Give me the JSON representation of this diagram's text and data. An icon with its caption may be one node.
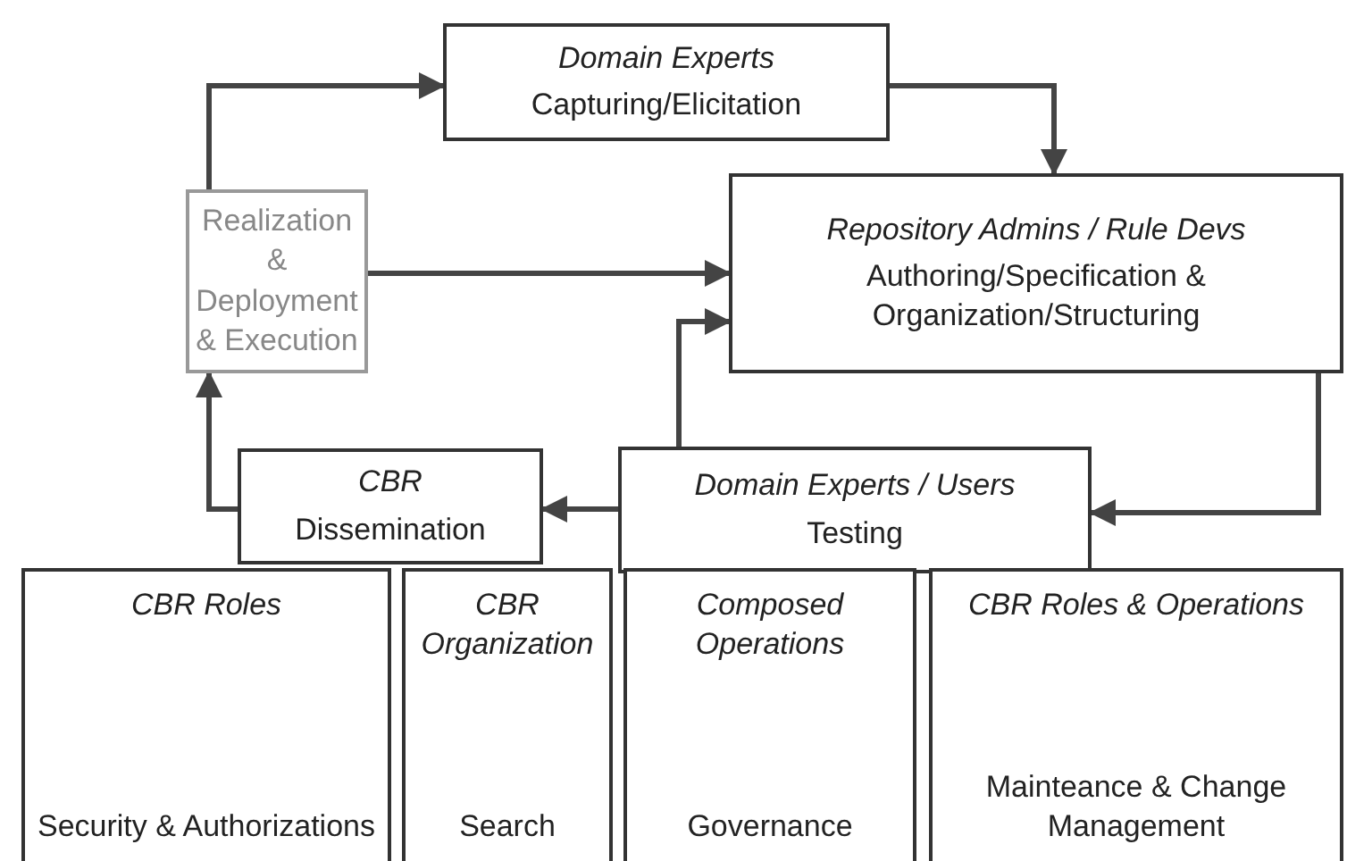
{
  "diagram": {
    "nodes": [
      {
        "text": [
          "Domain Experts",
          "Capturing/Elicitation"
        ]
      },
      {
        "text": [
          "Realization & Deployment & Execution"
        ]
      },
      {
        "text": [
          "Repository Admins / Rule Devs",
          "Authoring/Specification & Organization/Structuring"
        ]
      },
      {
        "text": [
          "Domain Experts / Users",
          "Testing"
        ]
      },
      {
        "text": [
          "CBR",
          "Dissemination"
        ]
      },
      {
        "text": [
          "CBR Roles",
          "Security & Authorizations"
        ]
      },
      {
        "text": [
          "CBR Organization",
          "Search"
        ]
      },
      {
        "text": [
          "Composed Operations",
          "Governance"
        ]
      },
      {
        "text": [
          "CBR Roles & Operations",
          "Mainteance & Change Management"
        ]
      }
    ],
    "edges": [
      {
        "from": 1,
        "to": 0,
        "arrow": "to"
      },
      {
        "from": 0,
        "to": 2,
        "arrow": "to"
      },
      {
        "from": 1,
        "to": 2,
        "arrow": "to"
      },
      {
        "from": 2,
        "to": 3,
        "arrow": "to"
      },
      {
        "from": 3,
        "to": 2,
        "arrow": "to"
      },
      {
        "from": 3,
        "to": 4,
        "arrow": "to"
      },
      {
        "from": 4,
        "to": 1,
        "arrow": "to"
      }
    ]
  }
}
